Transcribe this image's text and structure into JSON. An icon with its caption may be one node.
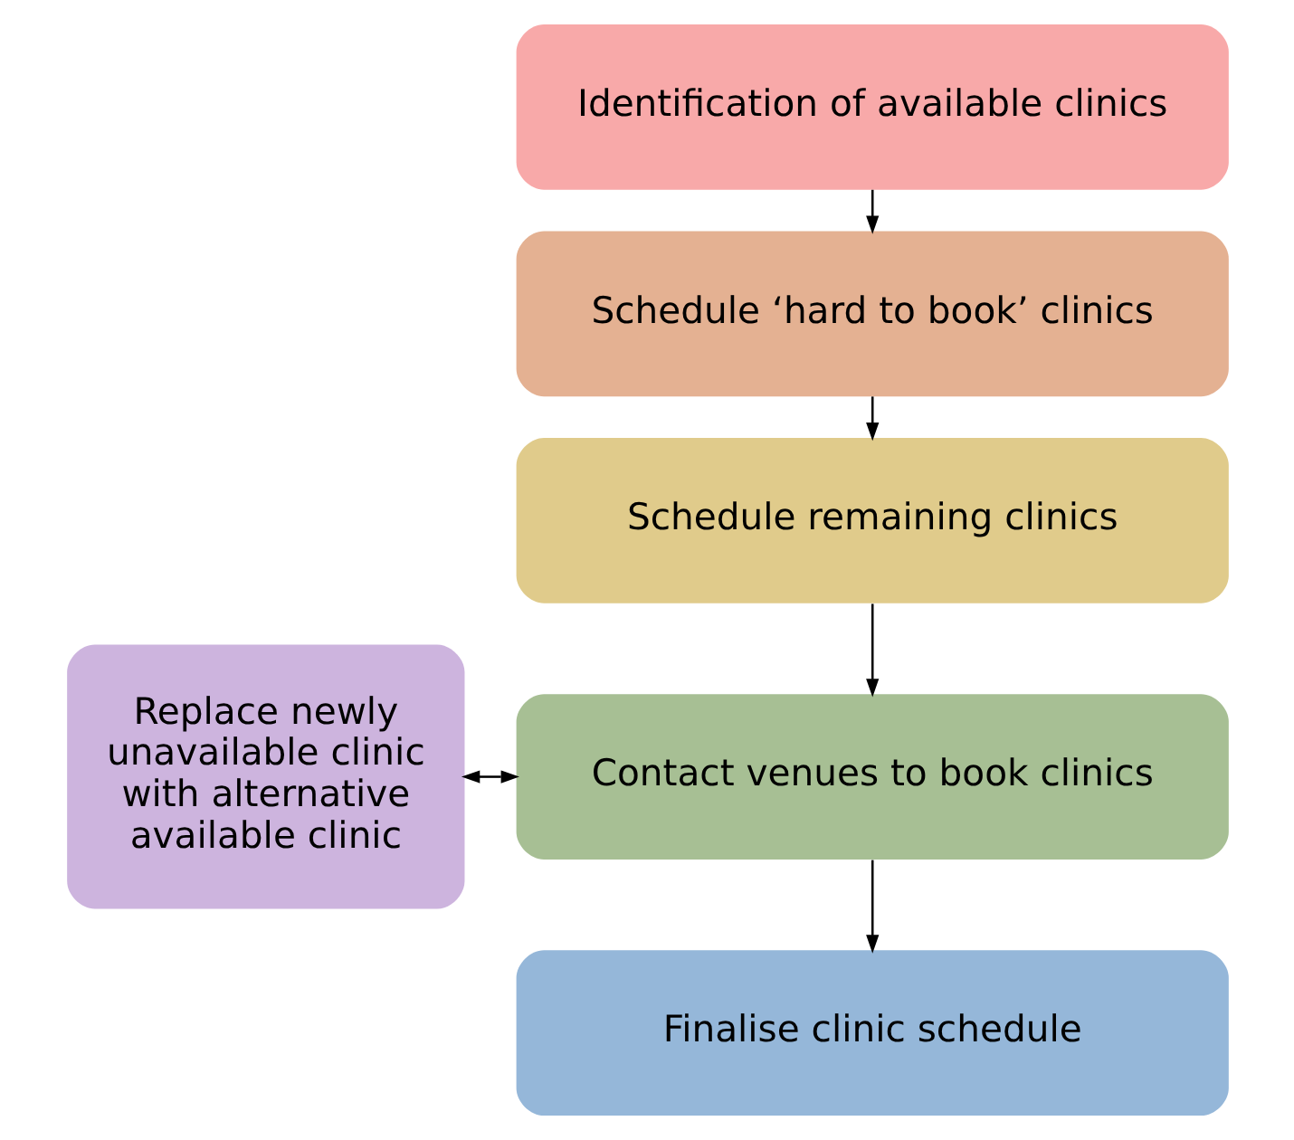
{
  "diagram": {
    "nodes": [
      {
        "text": [
          "Identification of available clinics"
        ]
      },
      {
        "text": [
          "Schedule ‘hard to book’ clinics"
        ]
      },
      {
        "text": [
          "Schedule remaining clinics"
        ]
      },
      {
        "text": [
          "Contact venues to book clinics"
        ]
      },
      {
        "text": [
          "Finalise clinic schedule"
        ]
      },
      {
        "text": [
          "Replace newly unavailable clinic with alternative available clinic"
        ]
      }
    ],
    "edges": [
      {
        "from": 0,
        "to": 1,
        "arrow": "to"
      },
      {
        "from": 1,
        "to": 2,
        "arrow": "to"
      },
      {
        "from": 2,
        "to": 3,
        "arrow": "to"
      },
      {
        "from": 3,
        "to": 4,
        "arrow": "to"
      },
      {
        "from": 5,
        "to": 3,
        "arrow": "both"
      }
    ]
  }
}
